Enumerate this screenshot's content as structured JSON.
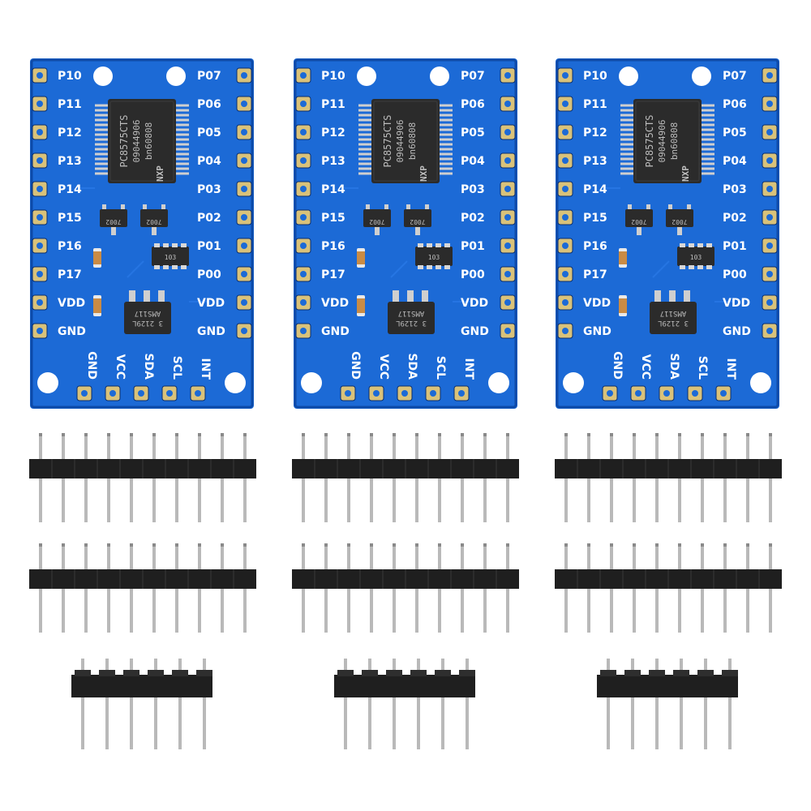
{
  "product": {
    "board_count": 3,
    "board_colors": {
      "pcb": "#1f6fd6",
      "pcb_edge": "#0f4fae",
      "pad": "#d9c27a",
      "silk": "#ffffff",
      "chip": "#2a2a2a",
      "header_plastic": "#1c1c1c",
      "pin": "#bdbdbd"
    },
    "pins_left": [
      "P10",
      "P11",
      "P12",
      "P13",
      "P14",
      "P15",
      "P16",
      "P17",
      "VDD",
      "GND"
    ],
    "pins_right": [
      "P07",
      "P06",
      "P05",
      "P04",
      "P03",
      "P02",
      "P01",
      "P00",
      "VDD",
      "GND"
    ],
    "pins_bottom": [
      "GND",
      "VCC",
      "SDA",
      "SCL",
      "INT"
    ],
    "main_chip_text": [
      "PC8575CTS",
      "09044906",
      "bn60808"
    ],
    "main_chip_logo": "NXP",
    "transistor_text": [
      "7002",
      "7002"
    ],
    "resistor_array_text": "103",
    "regulator_text": [
      "3 2129L",
      "AMS117"
    ]
  },
  "headers": {
    "long_header_pins": 10,
    "long_headers_per_board": 2,
    "short_header_pins": 6,
    "short_headers_per_board": 1
  }
}
